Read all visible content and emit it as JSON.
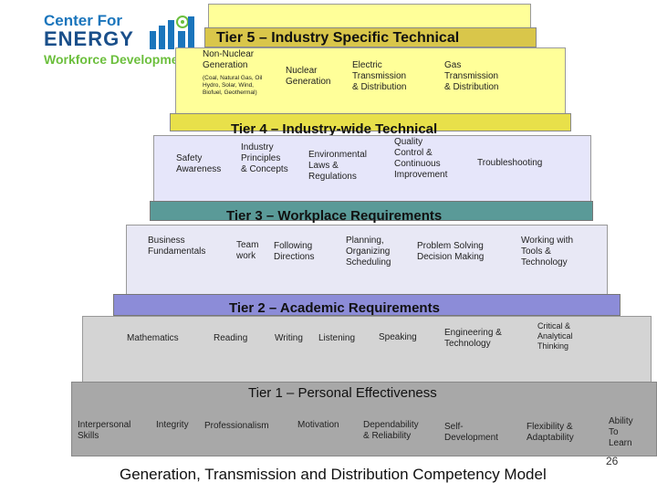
{
  "logo": {
    "line1": "Center For",
    "line2": "ENERGY",
    "line3": "Workforce Development"
  },
  "tier5": {
    "title": "Tier 5 – Industry Specific Technical",
    "non_nuclear": "Non-Nuclear\nGeneration",
    "non_nuclear_sub": "(Coal, Natural Gas, Oil\nHydro, Solar, Wind,\nBiofuel, Geothermal)",
    "nuclear": "Nuclear\nGeneration",
    "electric": "Electric\nTransmission\n& Distribution",
    "gas": "Gas\nTransmission\n& Distribution"
  },
  "tier4": {
    "title": "Tier 4 – Industry-wide Technical",
    "items": [
      "Safety\nAwareness",
      "Industry\nPrinciples\n& Concepts",
      "Environmental\nLaws &\nRegulations",
      "Quality\nControl &\nContinuous\nImprovement",
      "Troubleshooting"
    ]
  },
  "tier3": {
    "title": "Tier 3 – Workplace Requirements",
    "items": [
      "Business\nFundamentals",
      "Team\nwork",
      "Following\nDirections",
      "Planning,\nOrganizing\nScheduling",
      "Problem Solving\nDecision Making",
      "Working with\nTools &\nTechnology"
    ]
  },
  "tier2": {
    "title": "Tier 2 – Academic Requirements",
    "items": [
      "Mathematics",
      "Reading",
      "Writing",
      "Listening",
      "Speaking",
      "Engineering &\nTechnology",
      "Critical &\nAnalytical\nThinking"
    ]
  },
  "tier1": {
    "title": "Tier 1 – Personal Effectiveness",
    "items": [
      "Interpersonal\nSkills",
      "Integrity",
      "Professionalism",
      "Motivation",
      "Dependability\n& Reliability",
      "Self-\nDevelopment",
      "Flexibility &\nAdaptability",
      "Ability\nTo\nLearn"
    ]
  },
  "caption": "Generation, Transmission and Distribution Competency Model",
  "page_number": "26",
  "colors": {
    "tier5": "#ffff99",
    "tier4": "#e6e6fa",
    "tier3": "#e8e8f5",
    "tier2": "#d4d4d4",
    "tier1": "#a8a8a8",
    "logo_blue": "#1a75bc",
    "logo_green": "#6cbf3d"
  }
}
